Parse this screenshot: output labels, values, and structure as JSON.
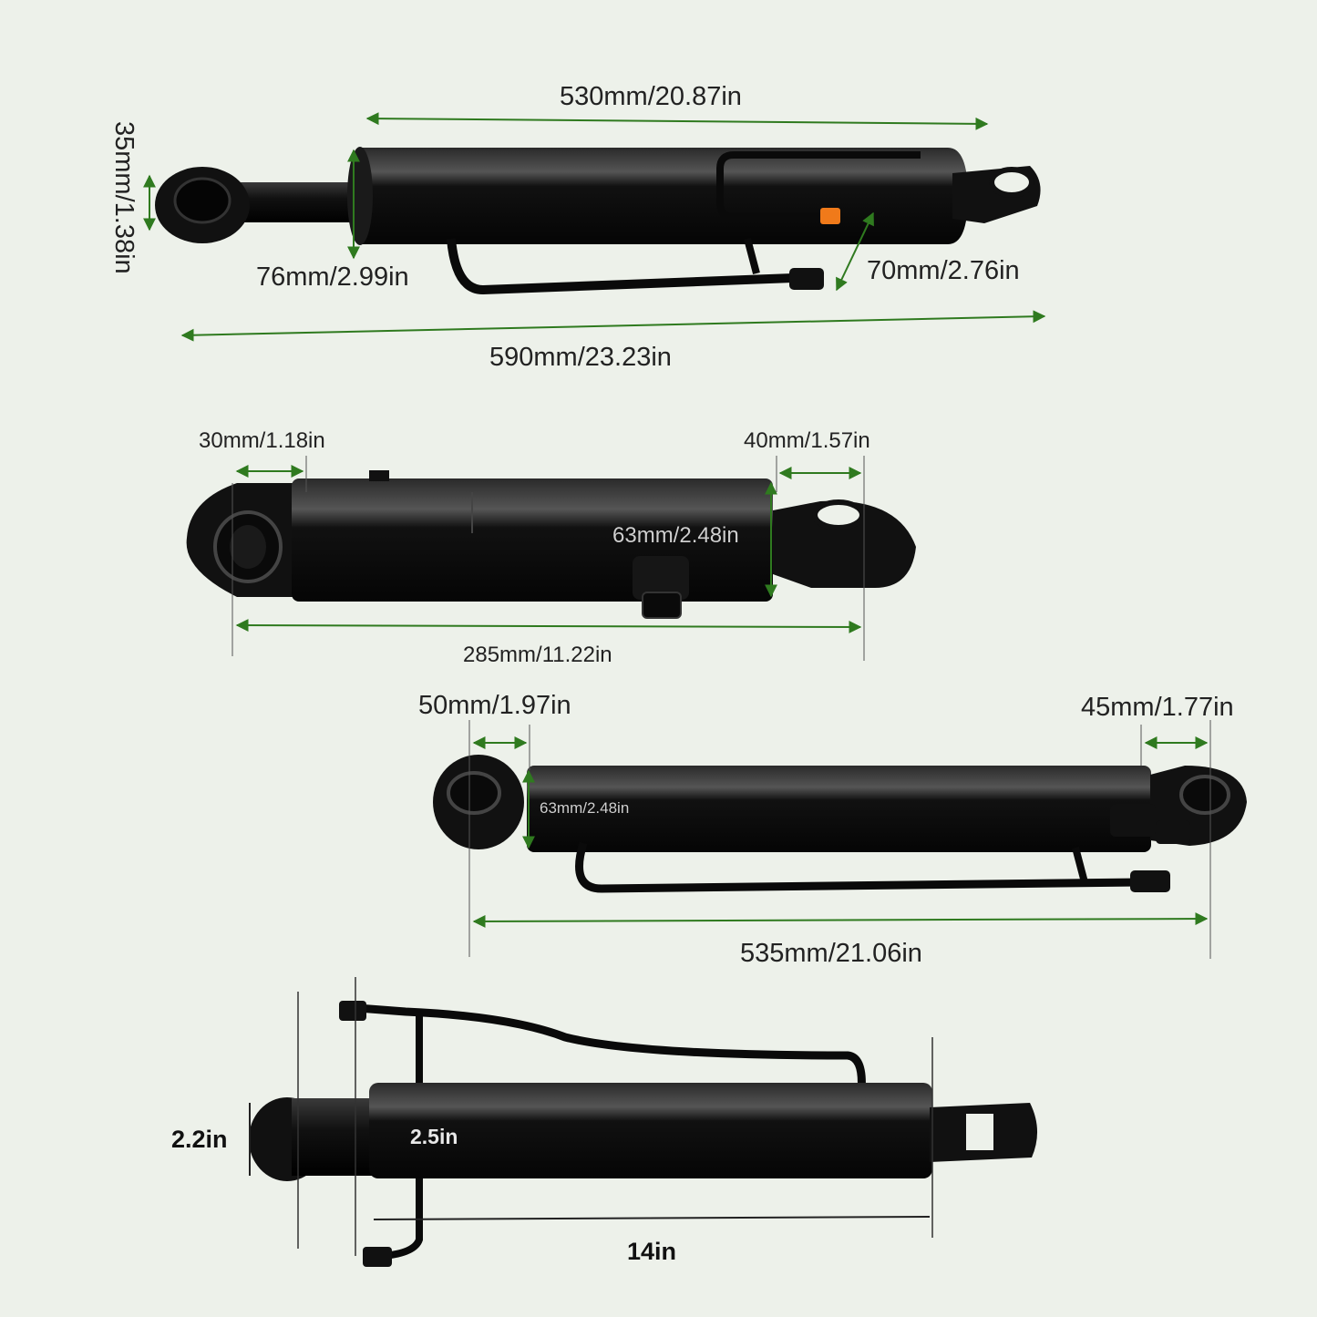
{
  "colors": {
    "background": "#edf1ea",
    "arrow": "#2f7a1f",
    "cylinder": "#0b0b0b",
    "fitting": "#f07a1a"
  },
  "views": [
    {
      "name": "cylinder-view-1",
      "dimensions": {
        "stroke_length": "530mm/20.87in",
        "rod_diameter": "35mm/1.38in",
        "bore_diameter": "76mm/2.99in",
        "outer_diameter": "70mm/2.76in",
        "overall_length": "590mm/23.23in"
      }
    },
    {
      "name": "cylinder-view-2",
      "dimensions": {
        "left_eye_offset": "30mm/1.18in",
        "right_eye_offset": "40mm/1.57in",
        "barrel_diameter": "63mm/2.48in",
        "pin_to_pin_length": "285mm/11.22in"
      }
    },
    {
      "name": "cylinder-view-3",
      "dimensions": {
        "left_eye_offset": "50mm/1.97in",
        "right_eye_offset": "45mm/1.77in",
        "barrel_diameter": "63mm/2.48in",
        "pin_to_pin_length": "535mm/21.06in"
      }
    },
    {
      "name": "cylinder-view-4",
      "dimensions": {
        "eye_height": "2.2in",
        "barrel_diameter": "2.5in",
        "barrel_length": "14in"
      }
    }
  ]
}
